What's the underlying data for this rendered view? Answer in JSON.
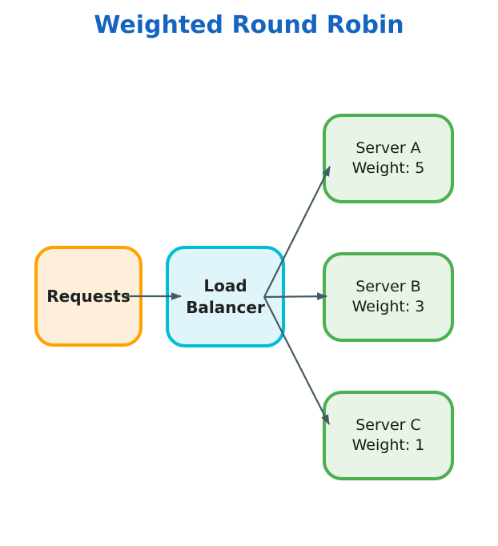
{
  "title": "Weighted Round Robin",
  "colors": {
    "title": "#1565C0",
    "arrow": "#455A64",
    "requests_border": "#FFA200",
    "requests_fill": "#FDEFDA",
    "load_balancer_border": "#00BCD4",
    "load_balancer_fill": "#E0F5F9",
    "server_border": "#4CAF50",
    "server_fill": "#E8F4E6"
  },
  "nodes": {
    "requests": {
      "label": "Requests"
    },
    "load_balancer": {
      "line1": "Load",
      "line2": "Balancer"
    },
    "server_a": {
      "line1": "Server A",
      "line2": "Weight: 5"
    },
    "server_b": {
      "line1": "Server B",
      "line2": "Weight: 3"
    },
    "server_c": {
      "line1": "Server C",
      "line2": "Weight: 1"
    }
  },
  "edges": [
    {
      "from": "Requests",
      "to": "Load Balancer"
    },
    {
      "from": "Load Balancer",
      "to": "Server A"
    },
    {
      "from": "Load Balancer",
      "to": "Server B"
    },
    {
      "from": "Load Balancer",
      "to": "Server C"
    }
  ],
  "weights": {
    "server_a": 5,
    "server_b": 3,
    "server_c": 1
  }
}
